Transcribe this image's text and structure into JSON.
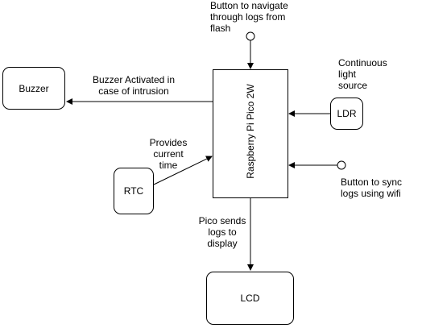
{
  "nodes": {
    "buzzer": "Buzzer",
    "pico": "Raspberry Pi Pico 2W",
    "ldr": "LDR",
    "rtc": "RTC",
    "lcd": "LCD"
  },
  "labels": {
    "nav_button": "Button to navigate\nthrough logs from\nflash",
    "buzzer_edge": "Buzzer Activated in\ncase of intrusion",
    "light_source": "Continuous\nlight\nsource",
    "rtc_edge": "Provides\ncurrent\ntime",
    "sync_button": "Button to sync\nlogs using wifi",
    "lcd_edge": "Pico sends\nlogs to\ndisplay"
  }
}
